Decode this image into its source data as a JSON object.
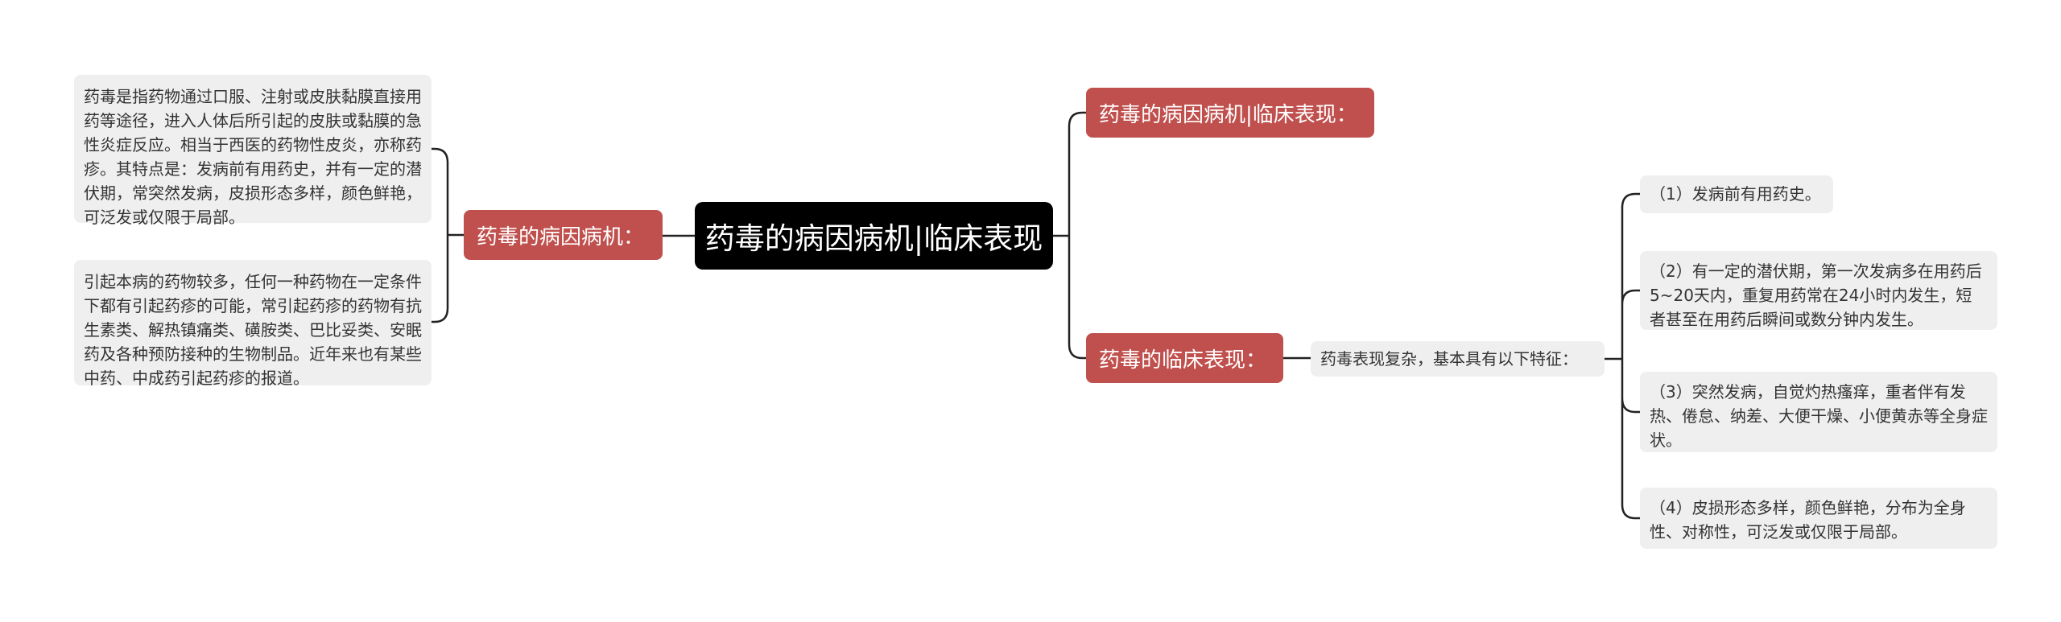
{
  "mindmap": {
    "root": {
      "label": "药毒的病因病机|临床表现"
    },
    "left_branch": {
      "label": "药毒的病因病机：",
      "leaves": [
        "药毒是指药物通过口服、注射或皮肤黏膜直接用药等途径，进入人体后所引起的皮肤或黏膜的急性炎症反应。相当于西医的药物性皮炎，亦称药疹。其特点是：发病前有用药史，并有一定的潜伏期，常突然发病，皮损形态多样，颜色鲜艳，可泛发或仅限于局部。",
        "引起本病的药物较多，任何一种药物在一定条件下都有引起药疹的可能，常引起药疹的药物有抗生素类、解热镇痛类、磺胺类、巴比妥类、安眠药及各种预防接种的生物制品。近年来也有某些中药、中成药引起药疹的报道。"
      ]
    },
    "right_branch_1": {
      "label": "药毒的病因病机|临床表现："
    },
    "right_branch_2": {
      "label": "药毒的临床表现：",
      "summary": "药毒表现复杂，基本具有以下特征：",
      "leaves": [
        "（1）发病前有用药史。",
        "（2）有一定的潜伏期，第一次发病多在用药后5~20天内，重复用药常在24小时内发生，短者甚至在用药后瞬间或数分钟内发生。",
        "（3）突然发病，自觉灼热瘙痒，重者伴有发热、倦怠、纳差、大便干燥、小便黄赤等全身症状。",
        "（4）皮损形态多样，颜色鲜艳，分布为全身性、对称性，可泛发或仅限于局部。"
      ]
    },
    "colors": {
      "root_bg": "#000000",
      "branch_bg": "#c0504d",
      "leaf_bg": "#efefef",
      "line": "#222222"
    }
  }
}
